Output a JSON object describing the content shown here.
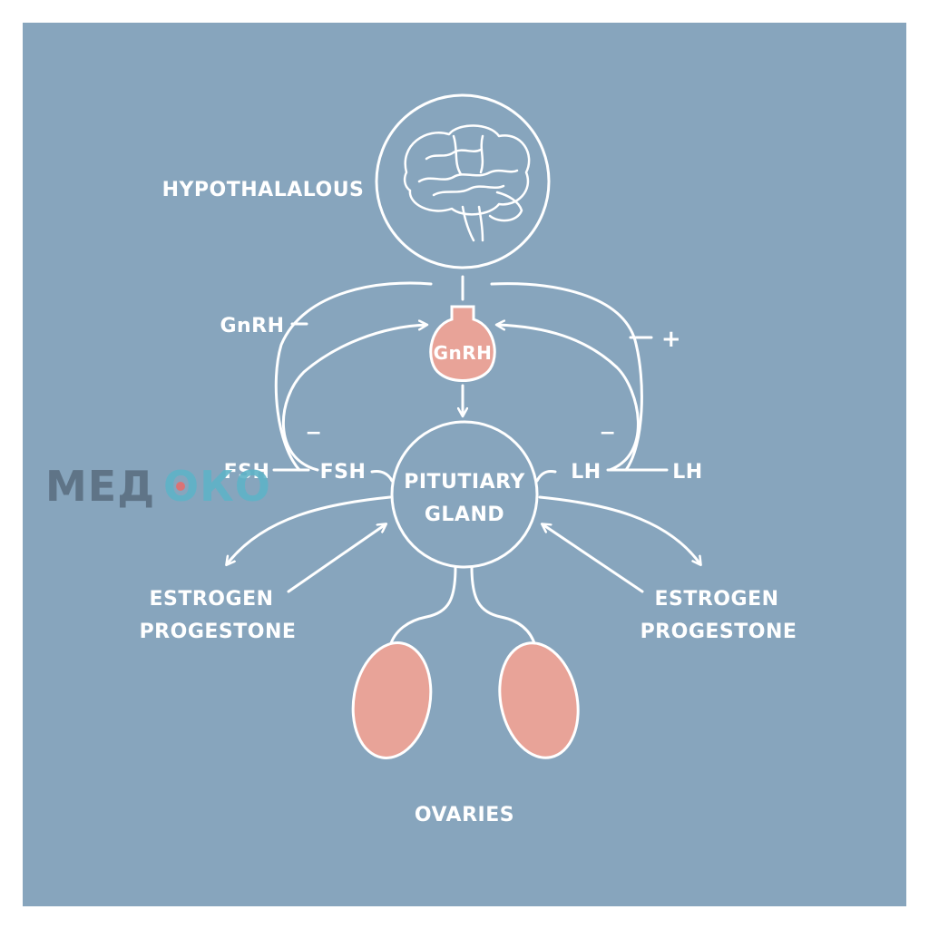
{
  "labels": {
    "hypothalamus": "HYPOTHALALOUS",
    "gnrh_left": "GnRH",
    "gnrh_bulb": "GnRH",
    "plus": "+",
    "minus_left": "−",
    "minus_right": "−",
    "fsh_outer": "FSH",
    "fsh_inner": "FSH",
    "lh_inner": "LH",
    "lh_outer": "LH",
    "pituitary_line1": "PITUTIARY",
    "pituitary_line2": "GLAND",
    "left_hormones_line1": "ESTROGEN",
    "left_hormones_line2": "PROGESTONE",
    "right_hormones_line1": "ESTROGEN",
    "right_hormones_line2": "PROGESTONE",
    "ovaries": "OVARIES"
  },
  "watermark": {
    "text_part1": "МЕД",
    "text_part2": "ОКО"
  },
  "colors": {
    "background": "#87a5bd",
    "line": "#ffffff",
    "organ_fill": "#e8a398",
    "watermark_dark": "#5b6f82",
    "watermark_teal": "#5fb3c7",
    "watermark_dot": "#e36e6e"
  },
  "icons": {
    "brain": "brain-icon"
  }
}
